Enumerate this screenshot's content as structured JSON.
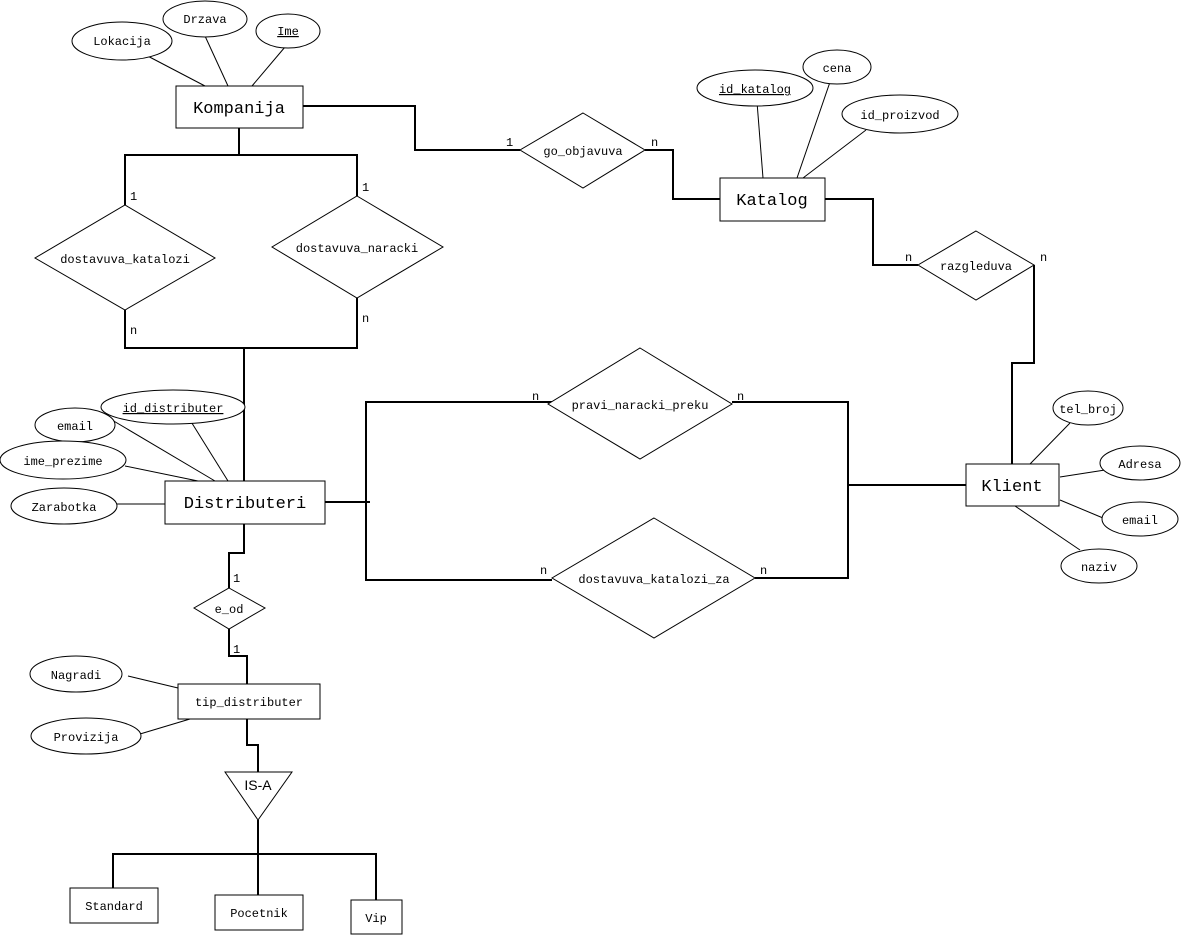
{
  "diagram": {
    "type": "ER diagram",
    "entities": {
      "kompanija": "Kompanija",
      "katalog": "Katalog",
      "distributeri": "Distributeri",
      "klient": "Klient",
      "tip_distributer": "tip_distributer",
      "standard": "Standard",
      "pocetnik": "Pocetnik",
      "vip": "Vip"
    },
    "attributes": {
      "kompanija": [
        {
          "label": "Lokacija",
          "key": false
        },
        {
          "label": "Drzava",
          "key": false
        },
        {
          "label": "Ime",
          "key": true
        }
      ],
      "katalog": [
        {
          "label": "id_katalog",
          "key": true
        },
        {
          "label": "cena",
          "key": false
        },
        {
          "label": "id_proizvod",
          "key": false
        }
      ],
      "distributeri": [
        {
          "label": "id_distributer",
          "key": true
        },
        {
          "label": "email",
          "key": false
        },
        {
          "label": "ime_prezime",
          "key": false
        },
        {
          "label": "Zarabotka",
          "key": false
        }
      ],
      "klient": [
        {
          "label": "tel_broj",
          "key": false
        },
        {
          "label": "Adresa",
          "key": false
        },
        {
          "label": "email",
          "key": false
        },
        {
          "label": "naziv",
          "key": false
        }
      ],
      "tip_distributer": [
        {
          "label": "Nagradi",
          "key": false
        },
        {
          "label": "Provizija",
          "key": false
        }
      ]
    },
    "relationships": {
      "go_objavuva": {
        "label": "go_objavuva",
        "card_left": "1",
        "card_right": "n"
      },
      "dostavuva_katalozi": {
        "label": "dostavuva_katalozi",
        "card_top": "1",
        "card_bottom": "n"
      },
      "dostavuva_naracki": {
        "label": "dostavuva_naracki",
        "card_top": "1",
        "card_bottom": "n"
      },
      "razgleduva": {
        "label": "razgleduva",
        "card_left": "n",
        "card_right": "n"
      },
      "pravi_naracki_preku": {
        "label": "pravi_naracki_preku",
        "card_left": "n",
        "card_right": "n"
      },
      "dostavuva_katalozi_za": {
        "label": "dostavuva_katalozi_za",
        "card_left": "n",
        "card_right": "n"
      },
      "e_od": {
        "label": "e_od",
        "card_top": "1",
        "card_bottom": "1"
      }
    },
    "isa": {
      "label": "IS-A"
    }
  }
}
